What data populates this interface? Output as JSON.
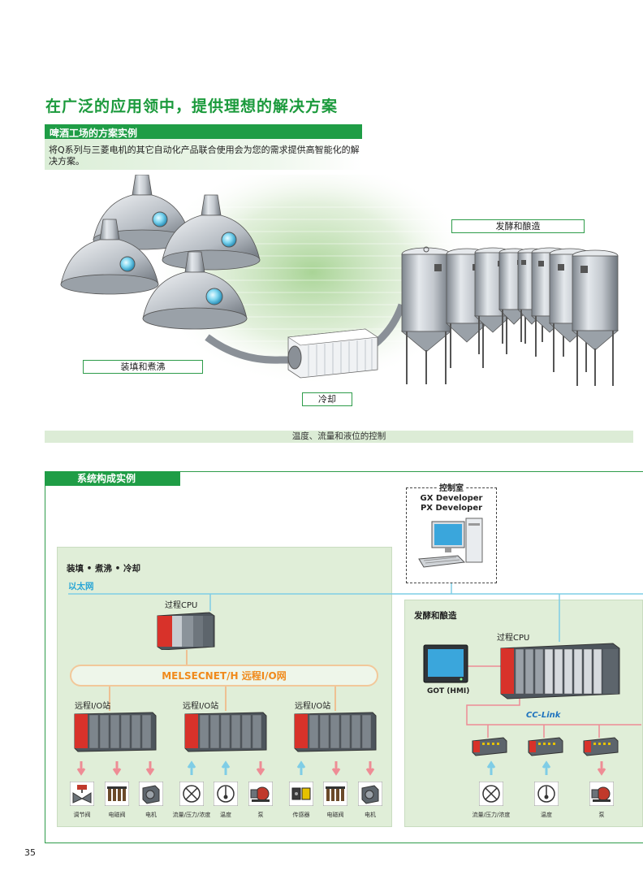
{
  "header": {
    "title": "在广泛的应用领中，提供理想的解决方案",
    "section_label": "啤酒工场的方案实例",
    "intro": "将Q系列与三菱电机的其它自动化产品联合使用会为您的需求提供高智能化的解决方案。"
  },
  "scene": {
    "label_fill_boil": "装填和煮沸",
    "label_cooling": "冷却",
    "label_fermentation": "发酵和酿造",
    "caption": "温度、流量和液位的控制"
  },
  "system": {
    "tab_label": "系统构成实例",
    "control_room": {
      "title": "控制室",
      "line1": "GX Developer",
      "line2": "PX Developer"
    },
    "left_zone": {
      "title": "装填 • 煮沸 • 冷却",
      "ethernet": "以太网",
      "cpu_label": "过程CPU",
      "network": "MELSECNET/H  远程I/O网",
      "stations": [
        "远程I/O站",
        "远程I/O站",
        "远程I/O站"
      ],
      "devices": [
        "调节阀",
        "电磁阀",
        "电机",
        "流量/压力/浓度",
        "温度",
        "泵",
        "传感器",
        "电磁阀",
        "电机"
      ]
    },
    "right_zone": {
      "title": "发酵和酿造",
      "cpu_label": "过程CPU",
      "got_label": "GOT (HMI)",
      "cclink": "CC-Link",
      "devices": [
        "流量/压力/浓度",
        "温度",
        "泵"
      ]
    }
  },
  "page_number": "35",
  "colors": {
    "brand_green": "#1f9d46",
    "title_green": "#1b9a3c",
    "zone_bg": "#e0eed8",
    "ethernet_blue": "#7fcde6",
    "network_orange": "#f08a1c",
    "arrow_pink": "#ee8c95",
    "arrow_blue": "#7fcde6"
  }
}
